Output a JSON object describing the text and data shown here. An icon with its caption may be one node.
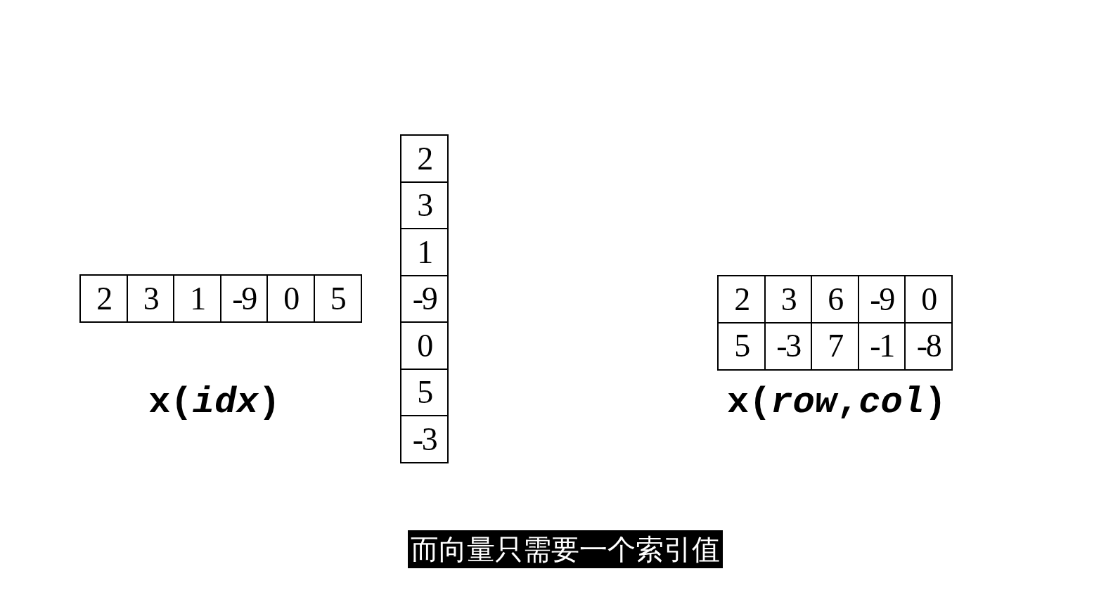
{
  "diagram": {
    "labels": [
      "2",
      "3",
      "1",
      "-9",
      "0",
      "5",
      "x(*idx*)",
      "2",
      "3",
      "1",
      "-9",
      "0",
      "5",
      "-3",
      "2",
      "3",
      "6",
      "-9",
      "0",
      "5",
      "-3",
      "7",
      "-1",
      "-8",
      "x(*row*,*col*)",
      "而向量只需要一个索引值"
    ]
  }
}
